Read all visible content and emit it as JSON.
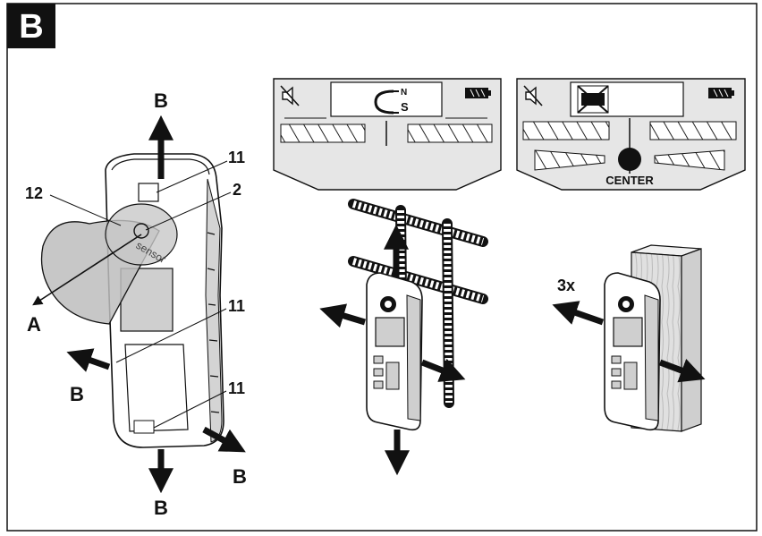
{
  "figure_letter": "B",
  "colors": {
    "ink": "#111111",
    "device_gray": "#cfcfcf",
    "sensor_gray": "#b5b5b5",
    "panel_gray": "#e6e6e6",
    "wood": "#dedede"
  },
  "left_panel": {
    "direction_labels": [
      "B",
      "B",
      "B",
      "B"
    ],
    "callouts": [
      "11",
      "2",
      "12",
      "11",
      "11"
    ],
    "arrow_label": "A",
    "sensor_text": "sensor"
  },
  "display_metal": {
    "speaker_icon": "speaker-muted-icon",
    "magnet_icon": "magnet-icon",
    "pole_n": "N",
    "pole_s": "S",
    "battery_icon": "battery-icon"
  },
  "display_center": {
    "speaker_icon": "speaker-muted-icon",
    "stud_icon": "crossed-stud-icon",
    "battery_icon": "battery-icon",
    "center_label": "CENTER"
  },
  "right_panel": {
    "repeat_label": "3x"
  }
}
